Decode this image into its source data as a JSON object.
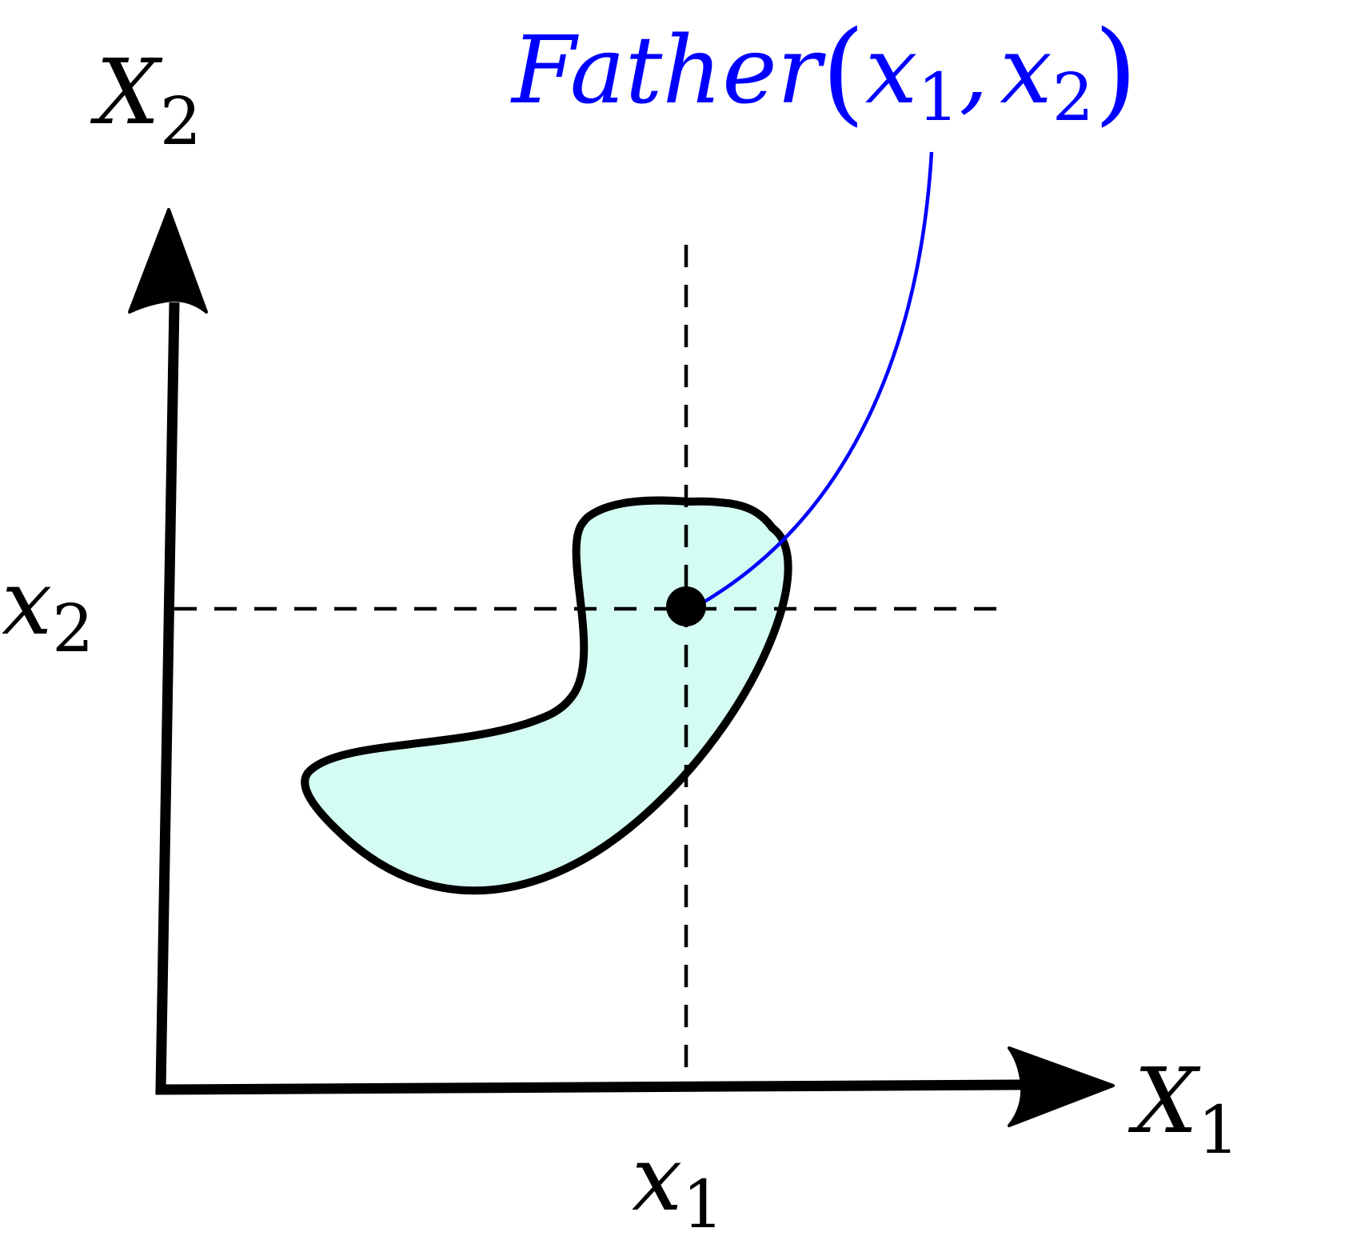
{
  "axes": {
    "x_axis_label": {
      "main": "X",
      "sub": "1"
    },
    "y_axis_label": {
      "main": "X",
      "sub": "2"
    }
  },
  "ticks": {
    "x_tick_label": {
      "main": "x",
      "sub": "1"
    },
    "y_tick_label": {
      "main": "x",
      "sub": "2"
    }
  },
  "annotation": {
    "func": "Father",
    "open_paren": "(",
    "arg1_main": "x",
    "arg1_sub": "1",
    "comma": ",",
    "arg2_main": "x",
    "arg2_sub": "2",
    "close_paren": ")"
  },
  "colors": {
    "axis": "#000000",
    "region_fill": "#d4fcf2",
    "region_stroke": "#000000",
    "annotation": "#0000ff",
    "guide_lines": "#000000"
  }
}
